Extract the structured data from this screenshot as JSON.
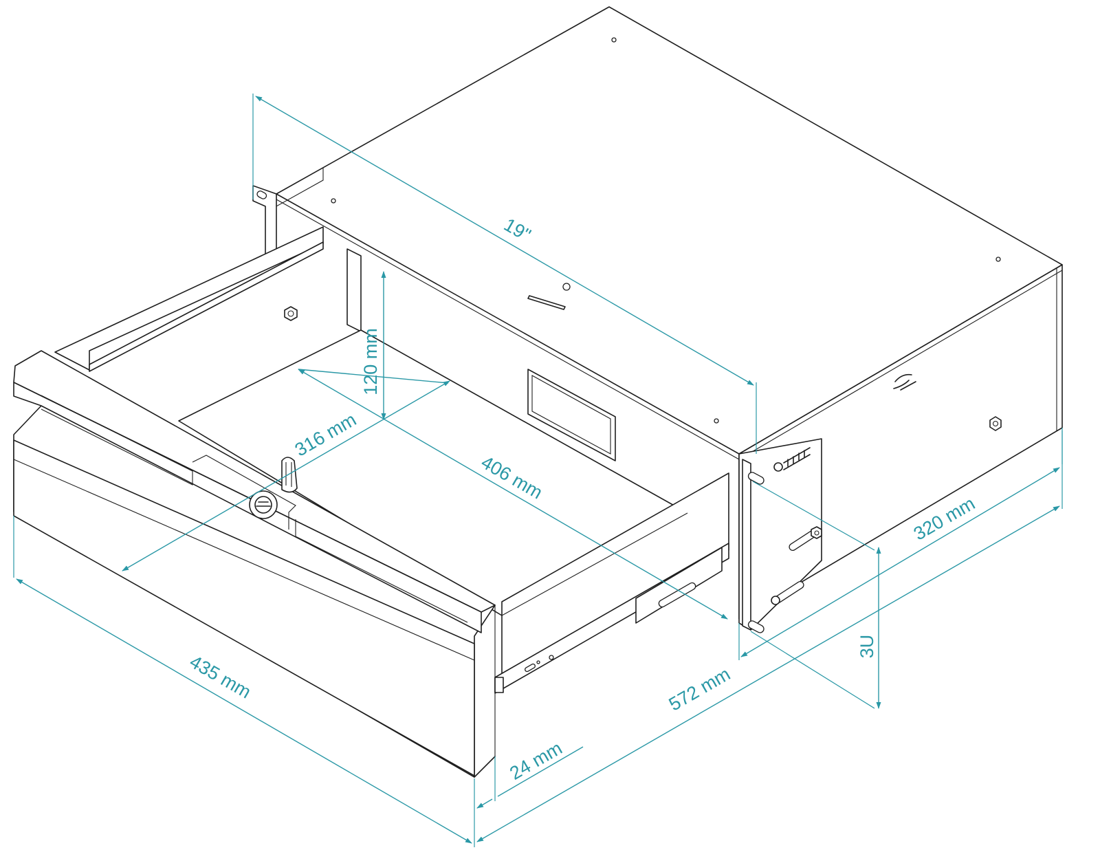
{
  "diagram": {
    "dimensions": {
      "width_19": "19\"",
      "drawer_height": "120 mm",
      "drawer_width": "316 mm",
      "drawer_depth": "406 mm",
      "front_width": "435 mm",
      "total_depth": "572 mm",
      "body_depth": "320 mm",
      "front_offset": "24 mm",
      "rack_units": "3U"
    },
    "colors": {
      "dimension": "#2a98a6",
      "outline": "#1e1e1e",
      "background": "#ffffff"
    }
  }
}
